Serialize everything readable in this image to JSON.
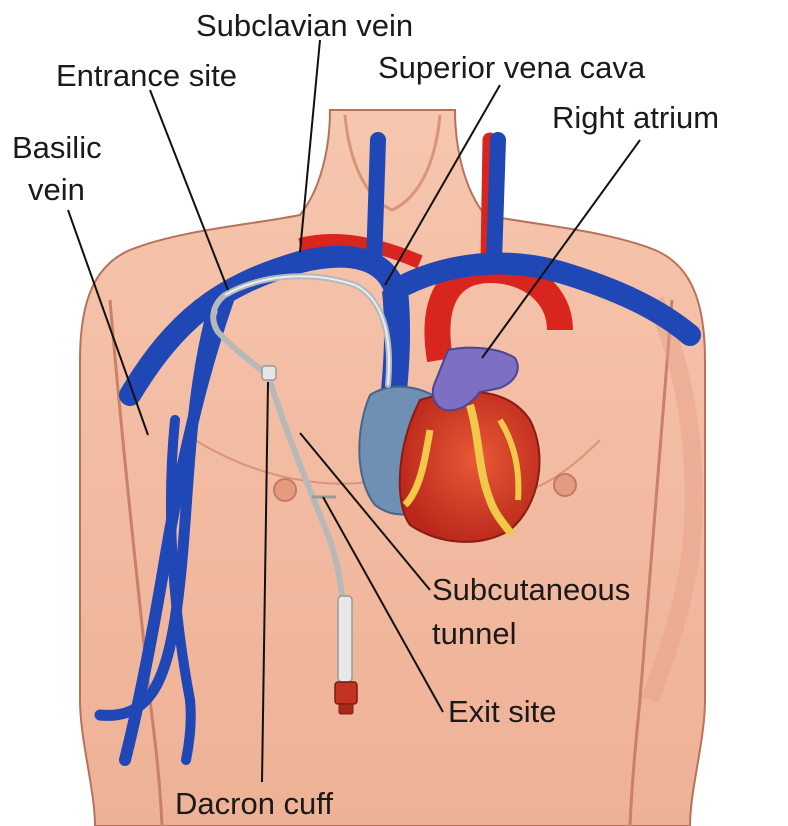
{
  "labels": {
    "subclavian_vein": "Subclavian vein",
    "entrance_site": "Entrance site",
    "superior_vena_cava": "Superior vena cava",
    "right_atrium": "Right atrium",
    "basilic_vein_line1": "Basilic",
    "basilic_vein_line2": "vein",
    "subcutaneous_tunnel_line1": "Subcutaneous",
    "subcutaneous_tunnel_line2": "tunnel",
    "exit_site": "Exit site",
    "dacron_cuff": "Dacron cuff"
  },
  "colors": {
    "skin": "#f0b49a",
    "skin_shadow": "#d98c70",
    "vein": "#1f47b5",
    "artery": "#d8261f",
    "heart": "#d83a22",
    "atrium": "#7c6fc4",
    "ventricle_blue": "#6f8fb4",
    "fat": "#f2c84b",
    "catheter": "#c9c9c9"
  }
}
